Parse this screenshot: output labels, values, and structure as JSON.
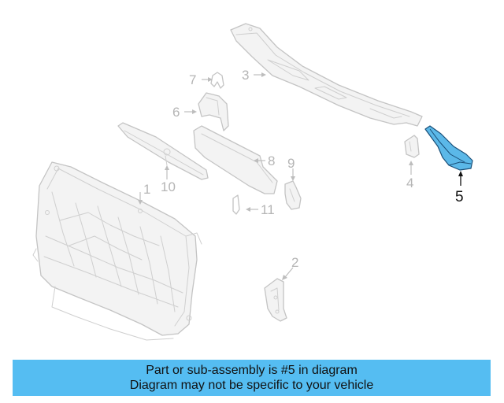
{
  "callouts": {
    "c1": "1",
    "c2": "2",
    "c3": "3",
    "c4": "4",
    "c5": "5",
    "c6": "6",
    "c7": "7",
    "c8": "8",
    "c9": "9",
    "c10": "10",
    "c11": "11"
  },
  "highlighted_part": "5",
  "colors": {
    "highlight": "#5bb8e8",
    "banner": "#55bdf2",
    "line_art": "#c4c4c4"
  },
  "banner": {
    "line1": "Part or sub-assembly is #5 in diagram",
    "line2": "Diagram may not be specific to your vehicle"
  }
}
